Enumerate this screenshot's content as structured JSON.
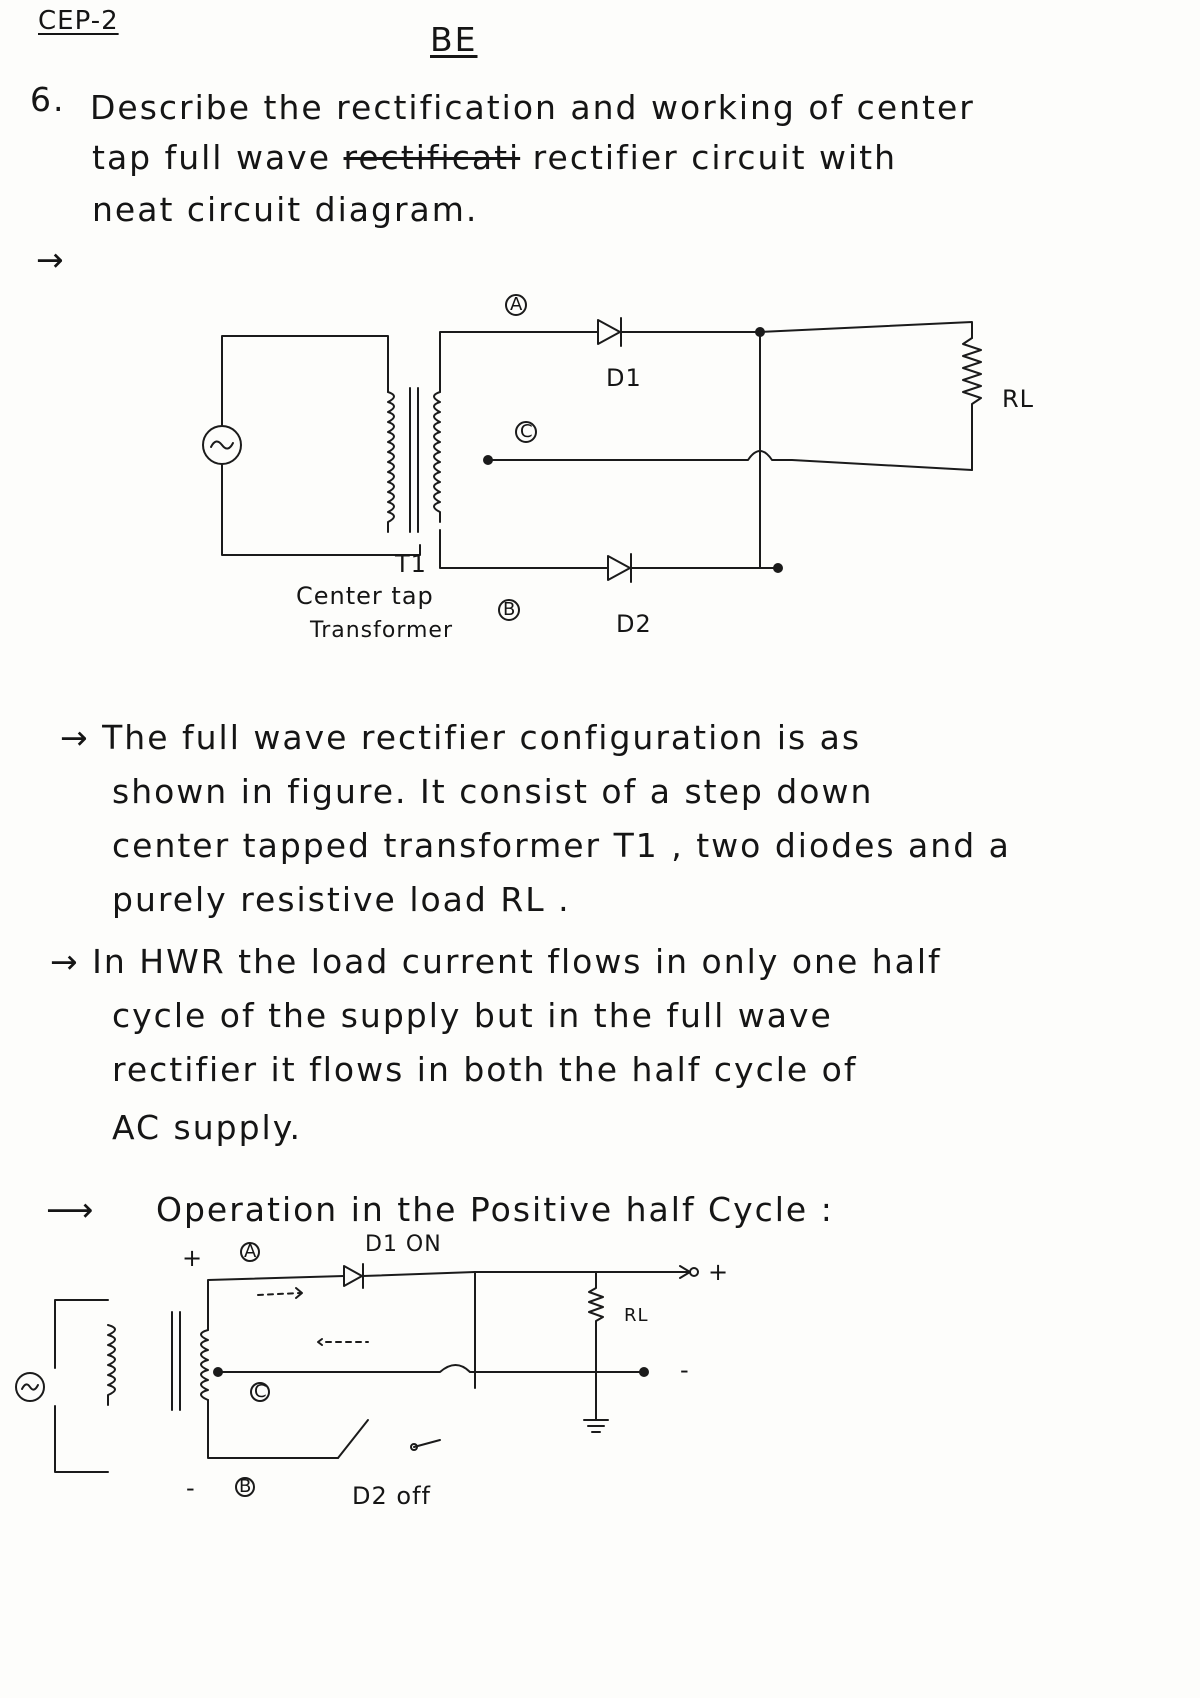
{
  "header": {
    "code": "CEP-2",
    "subject": "BE"
  },
  "question": {
    "number": "6.",
    "line1": "Describe the rectification and working of center",
    "line2_start": "tap full wave",
    "line2_struck": "rectificati",
    "line2_end": "rectifier circuit with",
    "line3": "neat circuit diagram."
  },
  "answer_arrow": "→",
  "diagram1": {
    "d1": "D1",
    "d2": "D2",
    "rl": "RL",
    "t1": "T1",
    "transformer_line1": "Center tap",
    "transformer_line2": "Transformer",
    "node_a": "A",
    "node_c": "C",
    "node_b": "B",
    "source": "~"
  },
  "para1": {
    "line1": "→ The full wave rectifier configuration is as",
    "line2": "shown in figure. It consist of a step down",
    "line3": "center tapped transformer T1 , two diodes and a",
    "line4": "purely resistive load RL ."
  },
  "para2": {
    "line1": "→ In HWR the load current flows in only one half",
    "line2": "cycle of the supply but in the full wave",
    "line3": "rectifier it flows in both the half cycle of",
    "line4": "AC supply."
  },
  "section": {
    "heading": "Operation in the Positive half Cycle :"
  },
  "diagram2": {
    "d1_on": "D1 ON",
    "d2_off": "D2 off",
    "rl": "RL",
    "plus_left": "+",
    "minus_left": "-",
    "plus_out": "+",
    "minus_out": "-",
    "node_a": "A",
    "node_c": "C",
    "node_b": "B",
    "source": "~"
  }
}
